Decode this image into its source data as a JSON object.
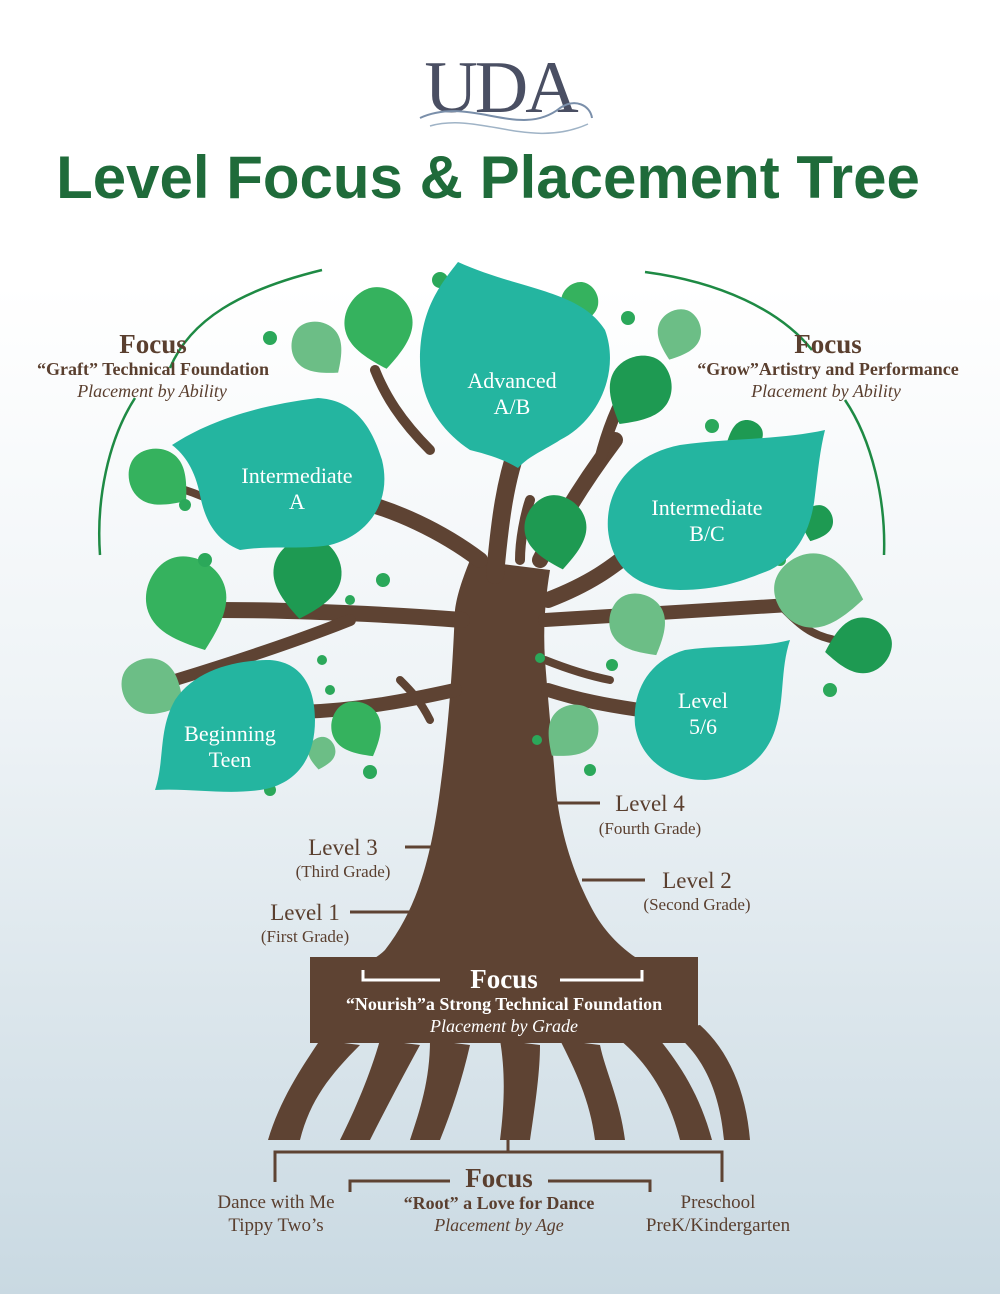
{
  "header": {
    "logo_text": "UDA",
    "title": "Level Focus & Placement Tree"
  },
  "colors": {
    "title_green": "#1f6b3a",
    "trunk_brown": "#5e4333",
    "leaf_teal": "#24b5a0",
    "leaf_green": "#1e9a52",
    "leaf_light": "#6cbe86"
  },
  "leaves": {
    "advanced": [
      "Advanced",
      "A/B"
    ],
    "intermediate_a": [
      "Intermediate",
      "A"
    ],
    "intermediate_bc": [
      "Intermediate",
      "B/C"
    ],
    "beginning_teen": [
      "Beginning",
      "Teen"
    ],
    "level_56": [
      "Level",
      "5/6"
    ]
  },
  "focus_left": {
    "heading": "Focus",
    "subtitle": "“Graft” Technical Foundation",
    "placement": "Placement by Ability"
  },
  "focus_right": {
    "heading": "Focus",
    "subtitle": "“Grow”Artistry and Performance",
    "placement": "Placement by Ability"
  },
  "trunk_levels": {
    "level4": {
      "label": "Level 4",
      "grade": "(Fourth Grade)"
    },
    "level3": {
      "label": "Level 3",
      "grade": "(Third Grade)"
    },
    "level2": {
      "label": "Level 2",
      "grade": "(Second Grade)"
    },
    "level1": {
      "label": "Level 1",
      "grade": "(First Grade)"
    }
  },
  "focus_nourish": {
    "heading": "Focus",
    "subtitle": "“Nourish”a Strong Technical Foundation",
    "placement": "Placement by Grade"
  },
  "focus_root": {
    "heading": "Focus",
    "subtitle": "“Root” a Love for Dance",
    "placement": "Placement by Age"
  },
  "roots": {
    "left": [
      "Dance with Me",
      "Tippy Two’s"
    ],
    "right": [
      "Preschool",
      "PreK/Kindergarten"
    ]
  }
}
